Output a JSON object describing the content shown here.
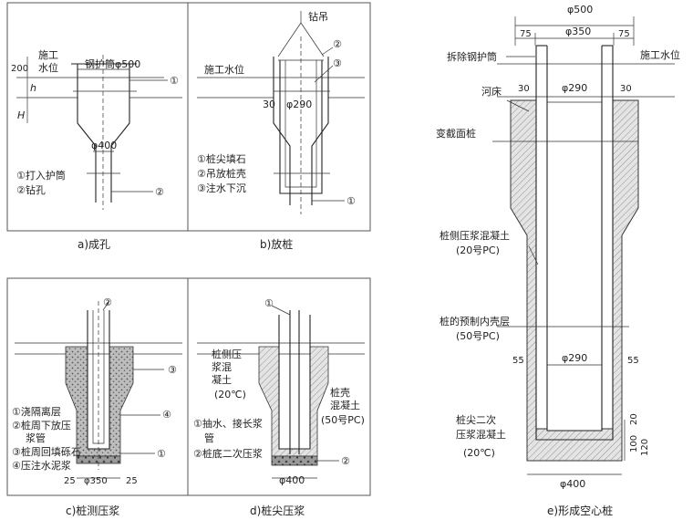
{
  "panels": {
    "a": {
      "caption": "a)成孔",
      "label_200": "200",
      "label_shigong1": "施工",
      "label_shigong2": "水位",
      "label_hugang": "钢护筒φ500",
      "label_circle1": "①",
      "label_H": "H",
      "label_h": "h",
      "label_phi400": "φ400",
      "label_circle2": "②",
      "step1": "①打入护筒",
      "step2": "②钻孔"
    },
    "b": {
      "caption": "b)放桩",
      "label_zuandiao": "钻吊",
      "label_c2": "②",
      "label_c3": "③",
      "label_shuiwei": "施工水位",
      "label_30": "30",
      "label_phi290": "φ290",
      "label_c1": "①",
      "step1": "①桩尖填石",
      "step2": "②吊放桩壳",
      "step3": "③注水下沉"
    },
    "c": {
      "caption": "c)桩测压浆",
      "label_c2": "②",
      "label_c3": "③",
      "label_c4": "④",
      "label_c1": "①",
      "step1": "①浇隔离层",
      "step2a": "②桩周下放压",
      "step2b": "浆管",
      "step3": "③桩周回填砾石",
      "step4": "④压注水泥浆",
      "dim_25a": "25",
      "dim_phi350": "φ350",
      "dim_25b": "25"
    },
    "d": {
      "caption": "d)桩尖压浆",
      "label_c1": "①",
      "label_side1": "桩侧压",
      "label_side2": "浆混",
      "label_side3": "凝土",
      "label_temp1": "(20℃)",
      "label_shell1": "桩壳",
      "label_shell2": "混凝土",
      "label_shell3": "(50号PC)",
      "step1a": "①抽水、接长浆",
      "step1b": "管",
      "step2": "②桩底二次压浆",
      "label_c2": "②",
      "dim_phi400": "φ400"
    },
    "e": {
      "caption": "e)形成空心桩",
      "dim_phi500": "φ500",
      "dim_75a": "75",
      "dim_phi350": "φ350",
      "dim_75b": "75",
      "label_chaichu": "拆除钢护筒",
      "label_shuiwei": "施工水位",
      "label_hechuang": "河床",
      "dim_30a": "30",
      "dim_phi290": "φ290",
      "dim_30b": "30",
      "label_biangjie": "变截面桩",
      "label_zhuangce1": "桩侧压浆混凝土",
      "label_zhuangce2": "(20号PC)",
      "label_yuzhi1": "桩的预制内壳层",
      "label_yuzhi2": "(50号PC)",
      "dim_55a": "55",
      "dim_phi290b": "φ290",
      "dim_55b": "55",
      "label_erci1": "桩尖二次",
      "label_erci2": "压浆混凝土",
      "label_erci3": "(20℃)",
      "dim_20": "20",
      "dim_100": "100",
      "dim_120": "120",
      "dim_phi400": "φ400"
    }
  }
}
